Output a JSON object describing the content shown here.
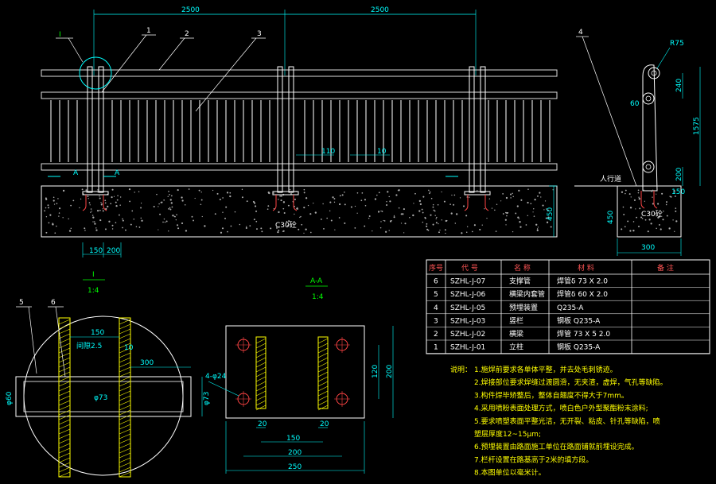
{
  "drawing": {
    "elevation": {
      "dims": [
        "2500",
        "2500"
      ],
      "callouts": [
        "1",
        "2",
        "3",
        "I"
      ],
      "section_label": "A",
      "spacing_110": "110",
      "spacing_10": "10",
      "dim_150": "150",
      "dim_200": "200",
      "concrete": "C30砼",
      "height_450": "450",
      "detail_label": "I",
      "detail_scale": "1:4"
    },
    "side": {
      "callout": "4",
      "r75": "R75",
      "d240": "240",
      "d60": "60",
      "d1575": "1575",
      "d200": "200",
      "d150": "150",
      "walkway": "人行道",
      "concrete": "C30砼",
      "d450": "450",
      "d300": "300"
    },
    "detail_i": {
      "callouts": [
        "5",
        "6"
      ],
      "d150": "150",
      "gap": "间隙2.5",
      "d10": "10",
      "d300": "300",
      "phi60": "φ60",
      "phi73a": "φ73",
      "phi73b": "φ73"
    },
    "section_aa": {
      "title": "A-A",
      "scale": "1:4",
      "holes": "4-φ24",
      "d20a": "20",
      "d150": "150",
      "d20b": "20",
      "d200": "200",
      "d250": "250",
      "d120": "120",
      "d200v": "200"
    }
  },
  "table": {
    "headers": [
      "序号",
      "代  号",
      "名  称",
      "材  料",
      "备  注"
    ],
    "rows": [
      [
        "6",
        "SZHL-J-07",
        "支撑管",
        "焊管δ 73 X  2.0",
        ""
      ],
      [
        "5",
        "SZHL-J-06",
        "横梁内套管",
        "焊管δ 60 X  2.0",
        ""
      ],
      [
        "4",
        "SZHL-J-05",
        "预埋装置",
        "Q235-A",
        ""
      ],
      [
        "3",
        "SZHL-J-03",
        "竖栏",
        "钢板 Q235-A",
        ""
      ],
      [
        "2",
        "SZHL-J-02",
        "横梁",
        "焊管  73 X 5 2.0",
        ""
      ],
      [
        "1",
        "SZHL-J-01",
        "立柱",
        "钢板 Q235-A",
        ""
      ]
    ]
  },
  "notes": {
    "title": "说明：",
    "items": [
      "1.施焊前要求各单体平整，并去处毛刺锈迹。",
      "2.焊接部位要求焊缝过渡圆滑，无夹渣，虚焊，气孔等缺陷。",
      "3.构件焊毕矫整后，整体自翘度不得大于7mm。",
      "4.采用喷粉表面处理方式，喷白色户外型聚酯粉末涂料;",
      "5.要求喷塑表面平整光洁，无开裂、粘皮、针孔等缺陷，喷",
      "  塑层厚度12~15μm;",
      "6.预埋装置由路面施工单位在路面铺就前埋设完成。",
      "7.栏杆设置在路基高于2米的填方段。",
      "8.本图单位以毫米计。"
    ]
  },
  "colors": {
    "background": "#000000",
    "lines": "#ffffff",
    "dimensions": "#00ffff",
    "notes": "#ffff00",
    "hatch": "#ffff00",
    "red": "#ff0000"
  }
}
